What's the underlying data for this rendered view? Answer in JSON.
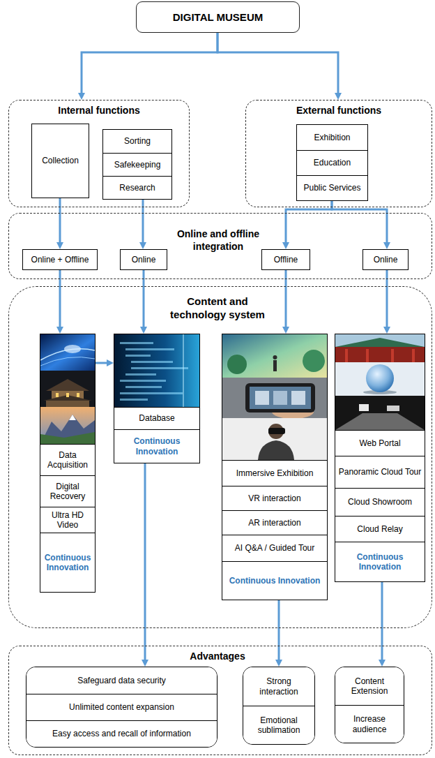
{
  "diagram": {
    "nodes": [
      {
        "text": [
          "DIGITAL MUSEUM"
        ]
      },
      {
        "text": [
          "Internal functions"
        ]
      },
      {
        "text": [
          "Collection"
        ],
        "in": 1
      },
      {
        "text": [
          "Sorting",
          "Safekeeping",
          "Research"
        ],
        "in": 1
      },
      {
        "text": [
          "External functions"
        ]
      },
      {
        "text": [
          "Exhibition",
          "Education",
          "Public Services"
        ],
        "in": 4
      },
      {
        "text": [
          "Online and offline integration"
        ]
      },
      {
        "text": [
          "Online + Offline"
        ],
        "in": 6
      },
      {
        "text": [
          "Online"
        ],
        "in": 6
      },
      {
        "text": [
          "Offline"
        ],
        "in": 6
      },
      {
        "text": [
          "Online"
        ],
        "in": 6
      },
      {
        "text": [
          "Content and technology system"
        ]
      },
      {
        "text": [
          "Data Acquisition",
          "Digital Recovery",
          "Ultra HD Video",
          "Continuous Innovation"
        ],
        "in": 11
      },
      {
        "text": [
          "Database",
          "Continuous Innovation"
        ],
        "in": 11
      },
      {
        "text": [
          "Immersive Exhibition",
          "VR interaction",
          "AR interaction",
          "AI Q&A / Guided Tour",
          "Continuous Innovation"
        ],
        "in": 11
      },
      {
        "text": [
          "Web Portal",
          "Panoramic Cloud Tour",
          "Cloud Showroom",
          "Cloud Relay",
          "Continuous Innovation"
        ],
        "in": 11
      },
      {
        "text": [
          "Advantages"
        ]
      },
      {
        "text": [
          "Safeguard data security",
          "Unlimited content expansion",
          "Easy access and recall of information"
        ],
        "in": 16
      },
      {
        "text": [
          "Strong interaction",
          "Emotional sublimation"
        ],
        "in": 16
      },
      {
        "text": [
          "Content Extension",
          "Increase audience"
        ],
        "in": 16
      }
    ],
    "edges": [
      {
        "from": 0,
        "to": 1,
        "arrow": "to"
      },
      {
        "from": 0,
        "to": 4,
        "arrow": "to"
      },
      {
        "from": 2,
        "to": 7,
        "arrow": "to"
      },
      {
        "from": 3,
        "to": 8,
        "arrow": "to"
      },
      {
        "from": 5,
        "to": 9,
        "arrow": "to"
      },
      {
        "from": 5,
        "to": 10,
        "arrow": "to"
      },
      {
        "from": 7,
        "to": 12,
        "arrow": "to"
      },
      {
        "from": 8,
        "to": 13,
        "arrow": "to"
      },
      {
        "from": 9,
        "to": 14,
        "arrow": "to"
      },
      {
        "from": 10,
        "to": 15,
        "arrow": "to"
      },
      {
        "from": 12,
        "to": 13,
        "arrow": "to"
      },
      {
        "from": 13,
        "to": 17,
        "arrow": "to"
      },
      {
        "from": 14,
        "to": 18,
        "arrow": "to"
      },
      {
        "from": 15,
        "to": 19,
        "arrow": "to"
      }
    ]
  }
}
